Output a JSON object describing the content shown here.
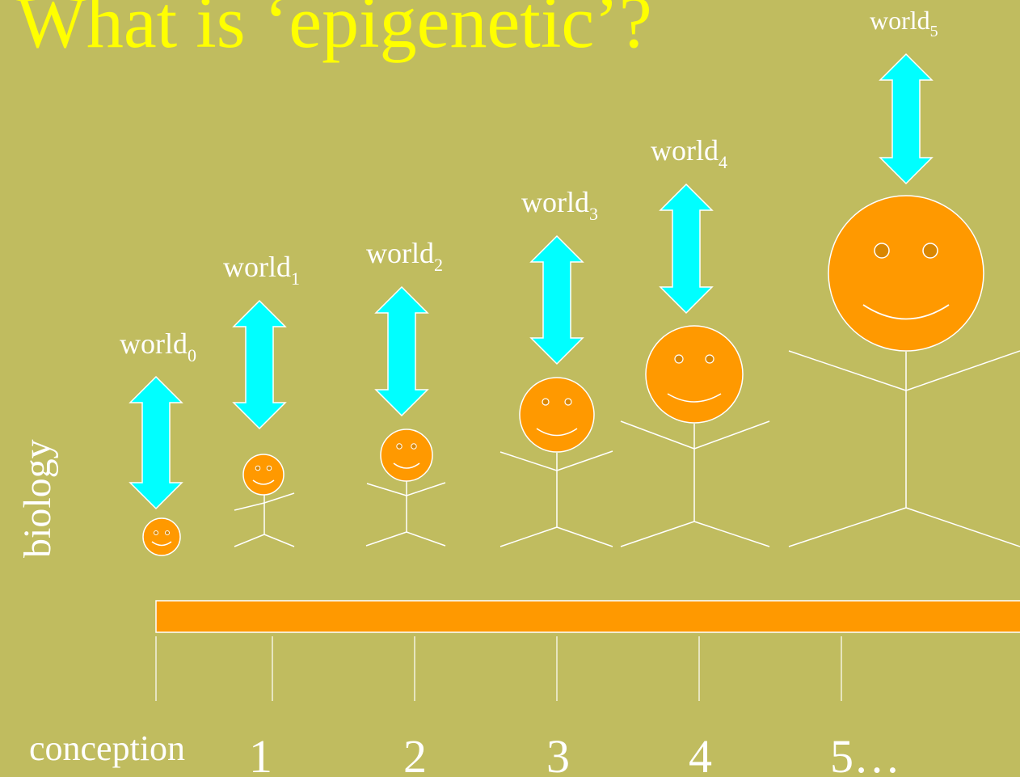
{
  "slide": {
    "title": "What is ‘epigenetic’?",
    "side_label": "biology",
    "world_label_base": "world",
    "world_subscripts": [
      "0",
      "1",
      "2",
      "3",
      "4",
      "5"
    ],
    "timeline_labels": [
      "conception",
      "1",
      "2",
      "3",
      "4",
      "5…"
    ]
  },
  "colors": {
    "background": "#c0bc5f",
    "title": "#ffff00",
    "text": "#ffffff",
    "arrow": "#00ffff",
    "face": "#ff9900",
    "eye_fill": "#d98600",
    "timeline_bar": "#ff9900",
    "lines": "#ffffff"
  },
  "icons": {
    "arrow": "double-headed-vertical-arrow-icon",
    "face": "smiley-face-icon"
  }
}
